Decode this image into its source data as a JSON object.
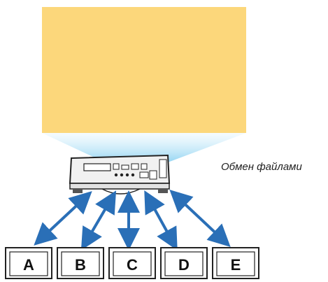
{
  "caption": "Обмен файлами",
  "terminals": [
    "A",
    "B",
    "C",
    "D",
    "E"
  ],
  "colors": {
    "screen": "#fcd77b",
    "light_beam": "#c9ecfb",
    "arrow": "#2a6fb7",
    "projector_body": "#f1f1f1",
    "outline": "#222222"
  }
}
